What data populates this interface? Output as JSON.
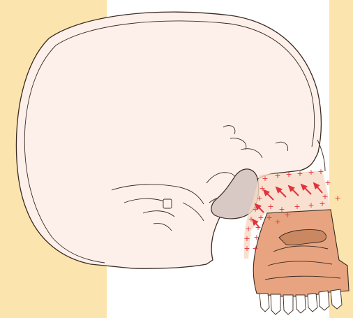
{
  "figure": {
    "kind": "lateral skull illustration",
    "marker_symbol": "+",
    "arrow_direction": "upward-backward (posterosuperior)",
    "colors": {
      "left_panel": "#fce4ae",
      "right_panel": "#fce4ae",
      "center_background": "#ffffff",
      "skull_fill": "#fdf0ea",
      "skull_outline": "#3a2a20",
      "orbit_fill": "#d9c9c4",
      "maxilla_fill": "#e8a480",
      "maxilla_fill_dark": "#c98862",
      "overlap_region": "#f6d9c4",
      "marker_red": "#e2323d",
      "teeth": "#ffffff"
    },
    "regions": [
      "left-highlight-panel",
      "right-highlight-panel",
      "cranium",
      "orbit",
      "maxilla",
      "growth-markers",
      "growth-arrows",
      "teeth"
    ]
  }
}
